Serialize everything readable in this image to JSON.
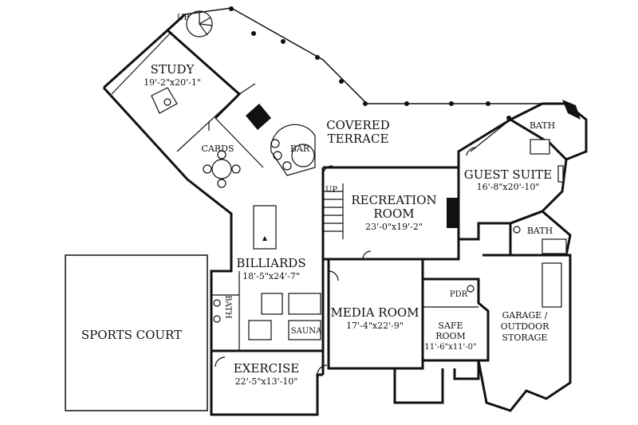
{
  "rooms": {
    "study": {
      "name": "STUDY",
      "dims": "19'-2\"x20'-1\""
    },
    "covered_terrace": {
      "line1": "COVERED",
      "line2": "TERRACE"
    },
    "cards": {
      "name": "CARDS"
    },
    "bar": {
      "name": "BAR"
    },
    "guest_suite": {
      "name": "GUEST SUITE",
      "dims": "16'-8\"x20'-10\""
    },
    "bath_top": {
      "name": "BATH"
    },
    "bath_right": {
      "name": "BATH"
    },
    "recreation_room": {
      "line1": "RECREATION",
      "line2": "ROOM",
      "dims": "23'-0\"x19'-2\""
    },
    "billiards": {
      "name": "BILLIARDS",
      "dims": "18'-5\"x24'-7\""
    },
    "media_room": {
      "name": "MEDIA ROOM",
      "dims": "17'-4\"x22'-9\""
    },
    "sports_court": {
      "name": "SPORTS COURT"
    },
    "bath_left": {
      "name": "BATH"
    },
    "sauna": {
      "name": "SAUNA"
    },
    "pdr": {
      "name": "PDR"
    },
    "safe_room": {
      "line1": "SAFE",
      "line2": "ROOM",
      "dims": "11'-6\"x11'-0\""
    },
    "garage": {
      "line1": "GARAGE /",
      "line2": "OUTDOOR",
      "line3": "STORAGE"
    },
    "exercise": {
      "name": "EXERCISE",
      "dims": "22'-5\"x13'-10\""
    }
  },
  "stairs": {
    "top_up": "UP",
    "rec_up": "UP"
  }
}
